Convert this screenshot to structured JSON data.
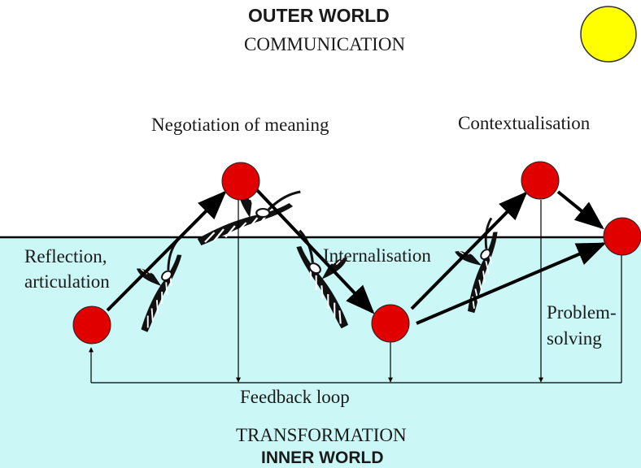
{
  "header": {
    "outer_world": "OUTER WORLD",
    "communication": "COMMUNICATION"
  },
  "labels": {
    "negotiation": "Negotiation of meaning",
    "contextualisation": "Contextualisation",
    "reflection_line1": "Reflection,",
    "reflection_line2": "articulation",
    "internalisation": "Internalisation",
    "problem_line1": "Problem-",
    "problem_line2": "solving",
    "feedback_loop": "Feedback loop"
  },
  "footer": {
    "transformation": "TRANSFORMATION",
    "inner_world": "INNER WORLD"
  },
  "colors": {
    "node_fill": "#e00000",
    "sun_fill": "#ffff00",
    "water": "#ccf7f7",
    "arrow": "#000000"
  },
  "icons": [
    "sun-icon",
    "swimmer-icon"
  ]
}
